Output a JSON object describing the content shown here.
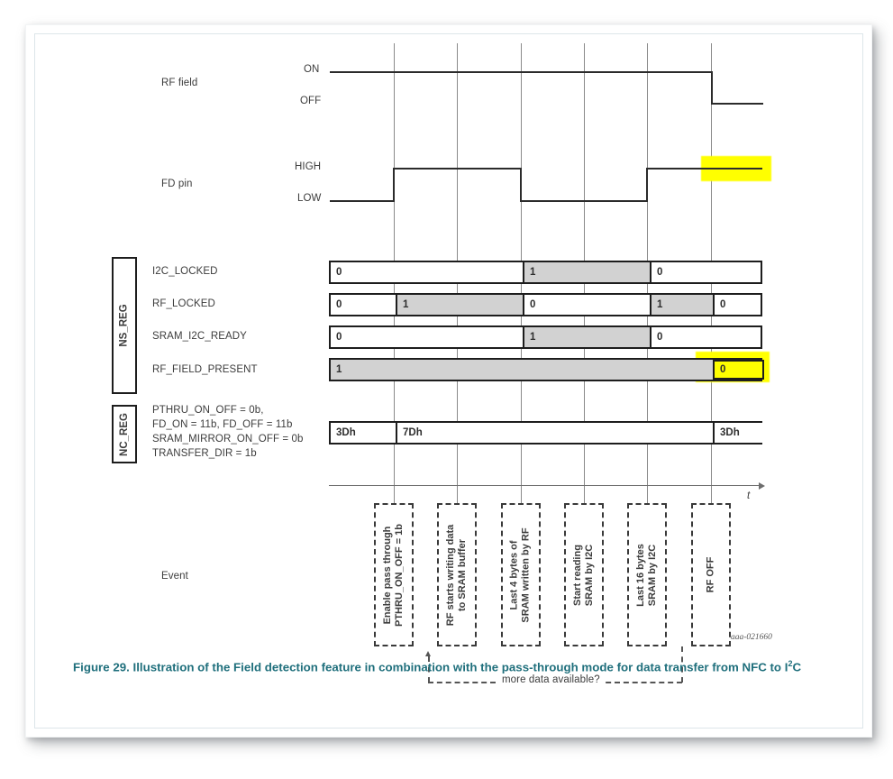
{
  "figure": {
    "id_code": "aaa-021660",
    "caption_number": "Figure 29.",
    "caption_text": "Illustration of the Field detection feature in combination with the pass-through mode for data transfer from NFC to I",
    "caption_sup": "2",
    "caption_tail": "C",
    "time_axis_label": "t",
    "colors": {
      "highlight": "#ffff00",
      "active_fill": "#d2d2d2",
      "caption": "#1f6f7c",
      "line": "#2b2b2b",
      "grid": "#8a8a8a"
    }
  },
  "waveforms": [
    {
      "name": "RF field",
      "label": "RF field",
      "high_label": "ON",
      "low_label": "OFF",
      "transitions": [
        {
          "at_gridline": 0,
          "level": "ON"
        },
        {
          "at_gridline": 6,
          "level": "OFF"
        }
      ]
    },
    {
      "name": "FD pin",
      "label": "FD pin",
      "high_label": "HIGH",
      "low_label": "LOW",
      "highlighted": true,
      "transitions": [
        {
          "at_gridline": 0,
          "level": "LOW"
        },
        {
          "at_gridline": 1,
          "level": "HIGH"
        },
        {
          "at_gridline": 3,
          "level": "LOW"
        },
        {
          "at_gridline": 5,
          "level": "HIGH"
        }
      ]
    }
  ],
  "register_groups": [
    {
      "name": "NS_REG",
      "label": "NS_REG",
      "signals": [
        {
          "label": "I2C_LOCKED",
          "segments": [
            {
              "value": "0",
              "state": "inactive",
              "from": 0,
              "to": 3
            },
            {
              "value": "1",
              "state": "active",
              "from": 3,
              "to": 5
            },
            {
              "value": "0",
              "state": "inactive",
              "from": 5,
              "to": 7
            }
          ]
        },
        {
          "label": "RF_LOCKED",
          "segments": [
            {
              "value": "0",
              "state": "inactive",
              "from": 0,
              "to": 1
            },
            {
              "value": "1",
              "state": "active",
              "from": 1,
              "to": 3
            },
            {
              "value": "0",
              "state": "inactive",
              "from": 3,
              "to": 5
            },
            {
              "value": "1",
              "state": "active",
              "from": 5,
              "to": 6
            },
            {
              "value": "0",
              "state": "inactive",
              "from": 6,
              "to": 7
            }
          ]
        },
        {
          "label": "SRAM_I2C_READY",
          "segments": [
            {
              "value": "0",
              "state": "inactive",
              "from": 0,
              "to": 3
            },
            {
              "value": "1",
              "state": "active",
              "from": 3,
              "to": 5
            },
            {
              "value": "0",
              "state": "inactive",
              "from": 5,
              "to": 7
            }
          ]
        },
        {
          "label": "RF_FIELD_PRESENT",
          "highlighted": true,
          "segments": [
            {
              "value": "1",
              "state": "active",
              "from": 0,
              "to": 6
            },
            {
              "value": "0",
              "state": "highlight",
              "from": 6,
              "to": 7
            }
          ]
        }
      ]
    },
    {
      "name": "NC_REG",
      "label": "NC_REG",
      "config_lines": [
        "PTHRU_ON_OFF = 0b,",
        "FD_ON = 11b, FD_OFF = 11b",
        "SRAM_MIRROR_ON_OFF = 0b",
        "TRANSFER_DIR = 1b"
      ],
      "signals": [
        {
          "label": "",
          "segments": [
            {
              "value": "3Dh",
              "state": "inactive",
              "from": 0,
              "to": 1
            },
            {
              "value": "7Dh",
              "state": "inactive",
              "from": 1,
              "to": 6
            },
            {
              "value": "3Dh",
              "state": "inactive",
              "from": 6,
              "to": 7
            }
          ]
        }
      ]
    }
  ],
  "events": {
    "label": "Event",
    "boxes": [
      {
        "gridline": 1,
        "lines": [
          "Enable pass through",
          "PTHRU_ON_OFF = 1b"
        ]
      },
      {
        "gridline": 2,
        "lines": [
          "RF starts writing data",
          "to SRAM buffer"
        ]
      },
      {
        "gridline": 3,
        "lines": [
          "Last 4 bytes of",
          "SRAM written by RF"
        ]
      },
      {
        "gridline": 4,
        "lines": [
          "Start reading",
          "SRAM by I2C"
        ]
      },
      {
        "gridline": 5,
        "lines": [
          "Last 16 bytes",
          "SRAM by I2C"
        ]
      },
      {
        "gridline": 6,
        "lines": [
          "RF OFF"
        ]
      }
    ],
    "feedback_label": "more data available?"
  }
}
